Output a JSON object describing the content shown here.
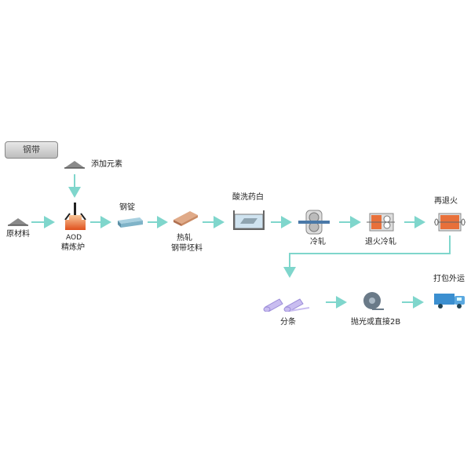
{
  "category_button": "钢带",
  "colors": {
    "arrow": "#7fd6cc",
    "furnace": "#e8703a",
    "ingot": "#7fb3c8",
    "slab": "#d9a07a",
    "roll": "#bba8e8",
    "truck": "#3b8fd0"
  },
  "nodes": {
    "additive": {
      "label": "添加元素",
      "icon": "pile-icon"
    },
    "raw": {
      "label": "原材料",
      "icon": "pile-icon"
    },
    "aod": {
      "label1": "AOD",
      "label2": "精炼炉",
      "icon": "furnace-icon"
    },
    "ingot": {
      "label": "钢锭",
      "icon": "ingot-icon"
    },
    "hot": {
      "label1": "热轧",
      "label2": "钢带坯料",
      "icon": "slab-icon"
    },
    "pickle": {
      "label": "酸洗药白",
      "icon": "tank-icon"
    },
    "cold": {
      "label": "冷轧",
      "icon": "mill-icon"
    },
    "anneal_cold": {
      "label": "退火冷轧",
      "icon": "anneal-mill-icon"
    },
    "reanneal": {
      "label": "再退火",
      "icon": "anneal-icon"
    },
    "slit": {
      "label": "分条",
      "icon": "rolls-icon"
    },
    "polish": {
      "label": "抛光或直接2B",
      "icon": "coil-icon"
    },
    "ship": {
      "label": "打包外运",
      "icon": "truck-icon"
    }
  }
}
